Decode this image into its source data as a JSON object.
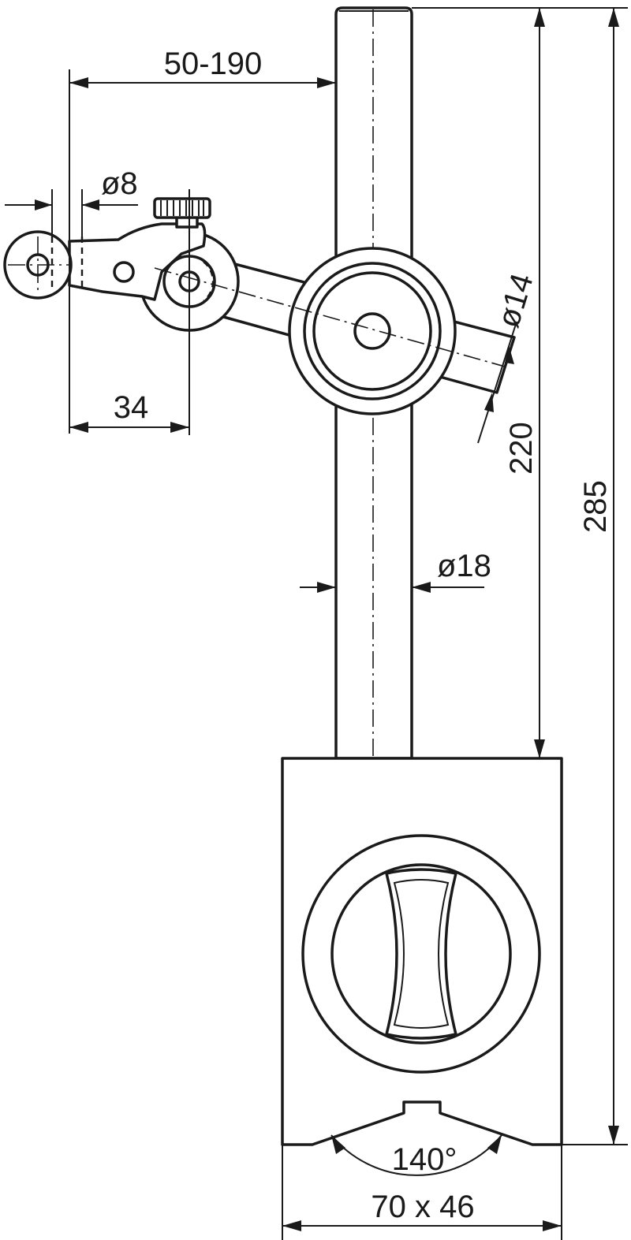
{
  "dimensions": {
    "reach": "50-190",
    "rod_small_dia": "ø8",
    "clamp_offset": "34",
    "arm_dia": "ø14",
    "arm_height": "220",
    "total_height": "285",
    "column_dia": "ø18",
    "prism_angle": "140°",
    "base_size": "70 x 46"
  },
  "colors": {
    "line": "#1a1a1a",
    "background": "#ffffff"
  }
}
